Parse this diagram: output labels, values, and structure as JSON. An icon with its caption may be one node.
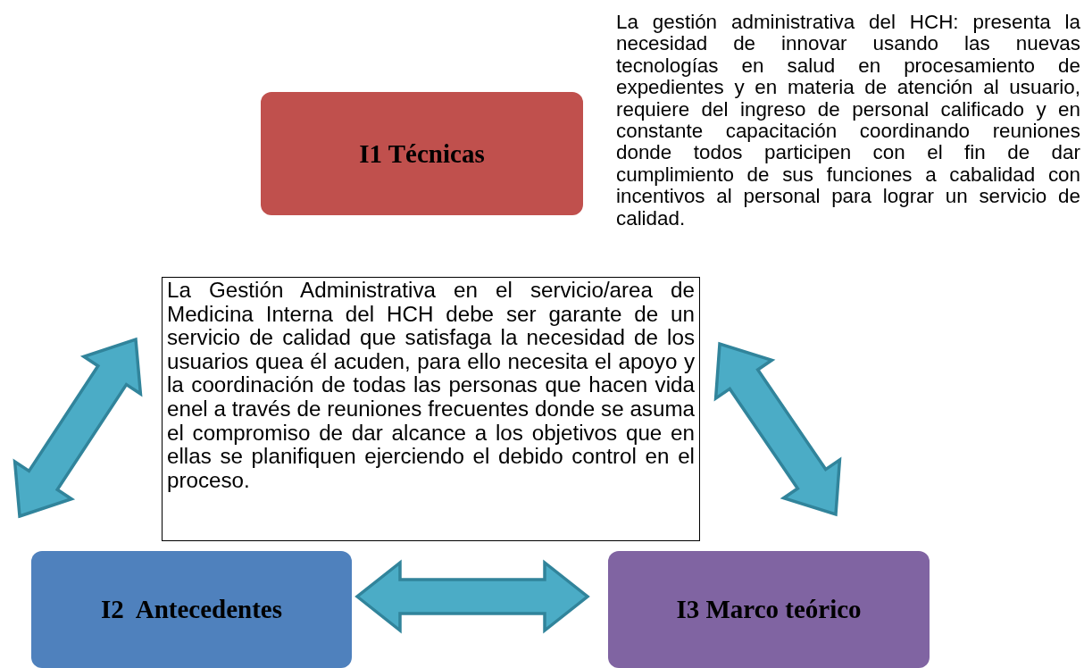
{
  "diagram": {
    "nodes": [
      {
        "text": [
          "I1 Técnicas"
        ]
      },
      {
        "text": [
          "La Gestión Administrativa en el servicio/area de Medicina Interna del HCH debe ser garante de un servicio de calidad que satisfaga la necesidad de los usuarios quea él acuden, para ello necesita el apoyo y la coordinación de todas las personas que hacen vida enel a través de reuniones frecuentes donde se asuma el compromiso de dar alcance a los objetivos que en ellas se planifiquen ejerciendo el debido control en el proceso."
        ]
      },
      {
        "text": [
          "I2  Antecedentes"
        ]
      },
      {
        "text": [
          "I3 Marco teórico"
        ]
      }
    ],
    "edges": [
      {
        "from": 2,
        "to": 1,
        "arrow": "both"
      },
      {
        "from": 1,
        "to": 3,
        "arrow": "both"
      },
      {
        "from": 2,
        "to": 3,
        "arrow": "both"
      }
    ],
    "labels": [
      "La gestión administrativa del HCH: presenta la necesidad de innovar usando las nuevas tecnologías en salud en procesamiento de expedientes y en materia de atención al usuario, requiere del ingreso de personal calificado y en constante capacitación coordinando reuniones donde todos participen con el fin de dar cumplimiento de sus funciones a cabalidad con incentivos al personal para lograr un servicio de calidad."
    ]
  }
}
